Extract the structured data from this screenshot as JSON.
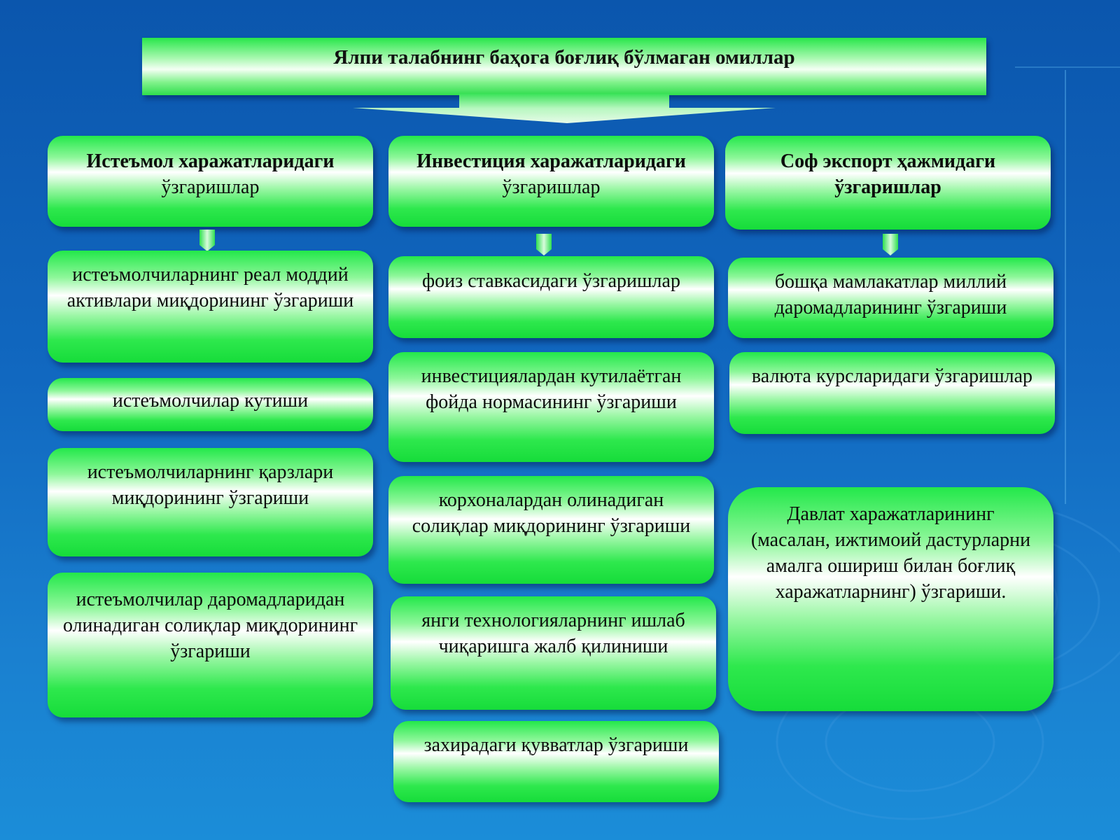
{
  "colors": {
    "background": "#1168c0",
    "box_green": "#23e84a",
    "box_highlight": "#ffffff",
    "text": "#0d0d0d"
  },
  "title": "Ялпи  талабнинг баҳога боғлиқ бўлмаган омиллар",
  "columns": [
    {
      "header_bold": "Истеъмол харажатларидаги",
      "header_normal": "ўзгаришлар",
      "items": [
        "истеъмолчиларнинг реал моддий активлари миқдорининг ўзгариши",
        "истеъмолчилар кутиши",
        "истеъмолчиларнинг қарзлари миқдорининг ўзгариши",
        "истеъмолчилар даромадларидан олинадиган солиқлар миқдорининг ўзгариши"
      ]
    },
    {
      "header_bold": "Инвестиция харажатларидаги",
      "header_normal": "ўзгаришлар",
      "items": [
        "фоиз ставкасидаги ўзгаришлар",
        "инвестициялардан кутилаётган фойда нормасининг ўзгариши",
        "корхоналардан олинадиган солиқлар миқдорининг ўзгариши",
        "янги технологияларнинг ишлаб чиқаришга жалб қилиниши",
        "захирадаги қувватлар ўзгариши"
      ]
    },
    {
      "header_bold": "Соф экспорт ҳажмидаги ўзгаришлар",
      "header_normal": "",
      "items": [
        "бошқа мамлакатлар миллий даромадларининг ўзгариши",
        "валюта курсларидаги ўзгаришлар",
        "Давлат харажатларининг (масалан, ижтимоий дастурларни амалга ошириш билан боғлиқ харажатларнинг) ўзгариши."
      ]
    }
  ]
}
